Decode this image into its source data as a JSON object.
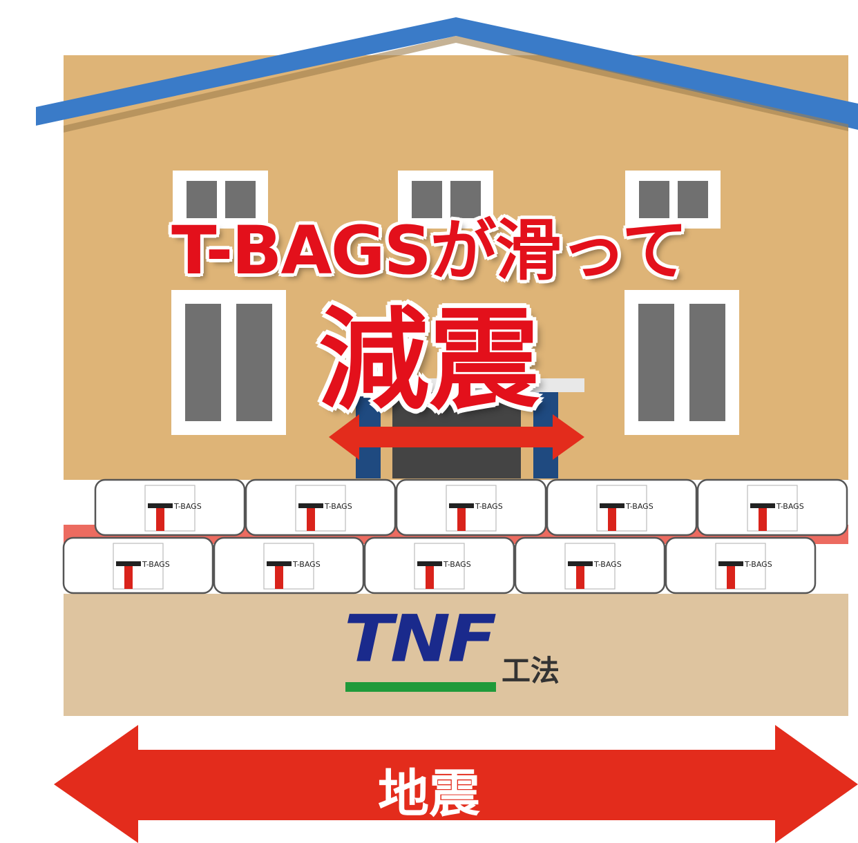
{
  "headline": {
    "line1": "T-BAGSが滑って",
    "line2": "減震"
  },
  "bag_label": "T-BAGS",
  "logo": {
    "brand": "TNF",
    "suffix": "工法"
  },
  "earthquake_label": "地震",
  "colors": {
    "roof": "#3a7bc8",
    "wall": "#deb477",
    "ground": "#dec49f",
    "window_frame": "#ffffff",
    "window_glass": "#707070",
    "door": "#444444",
    "pillar": "#1f4a80",
    "arrow_red": "#e32c1c",
    "headline_red": "#e3101b",
    "brand_blue": "#1a2a8c",
    "brand_green": "#1f9a3a"
  },
  "icons": [
    "house-illustration",
    "sandbag-icon",
    "double-arrow-icon"
  ]
}
